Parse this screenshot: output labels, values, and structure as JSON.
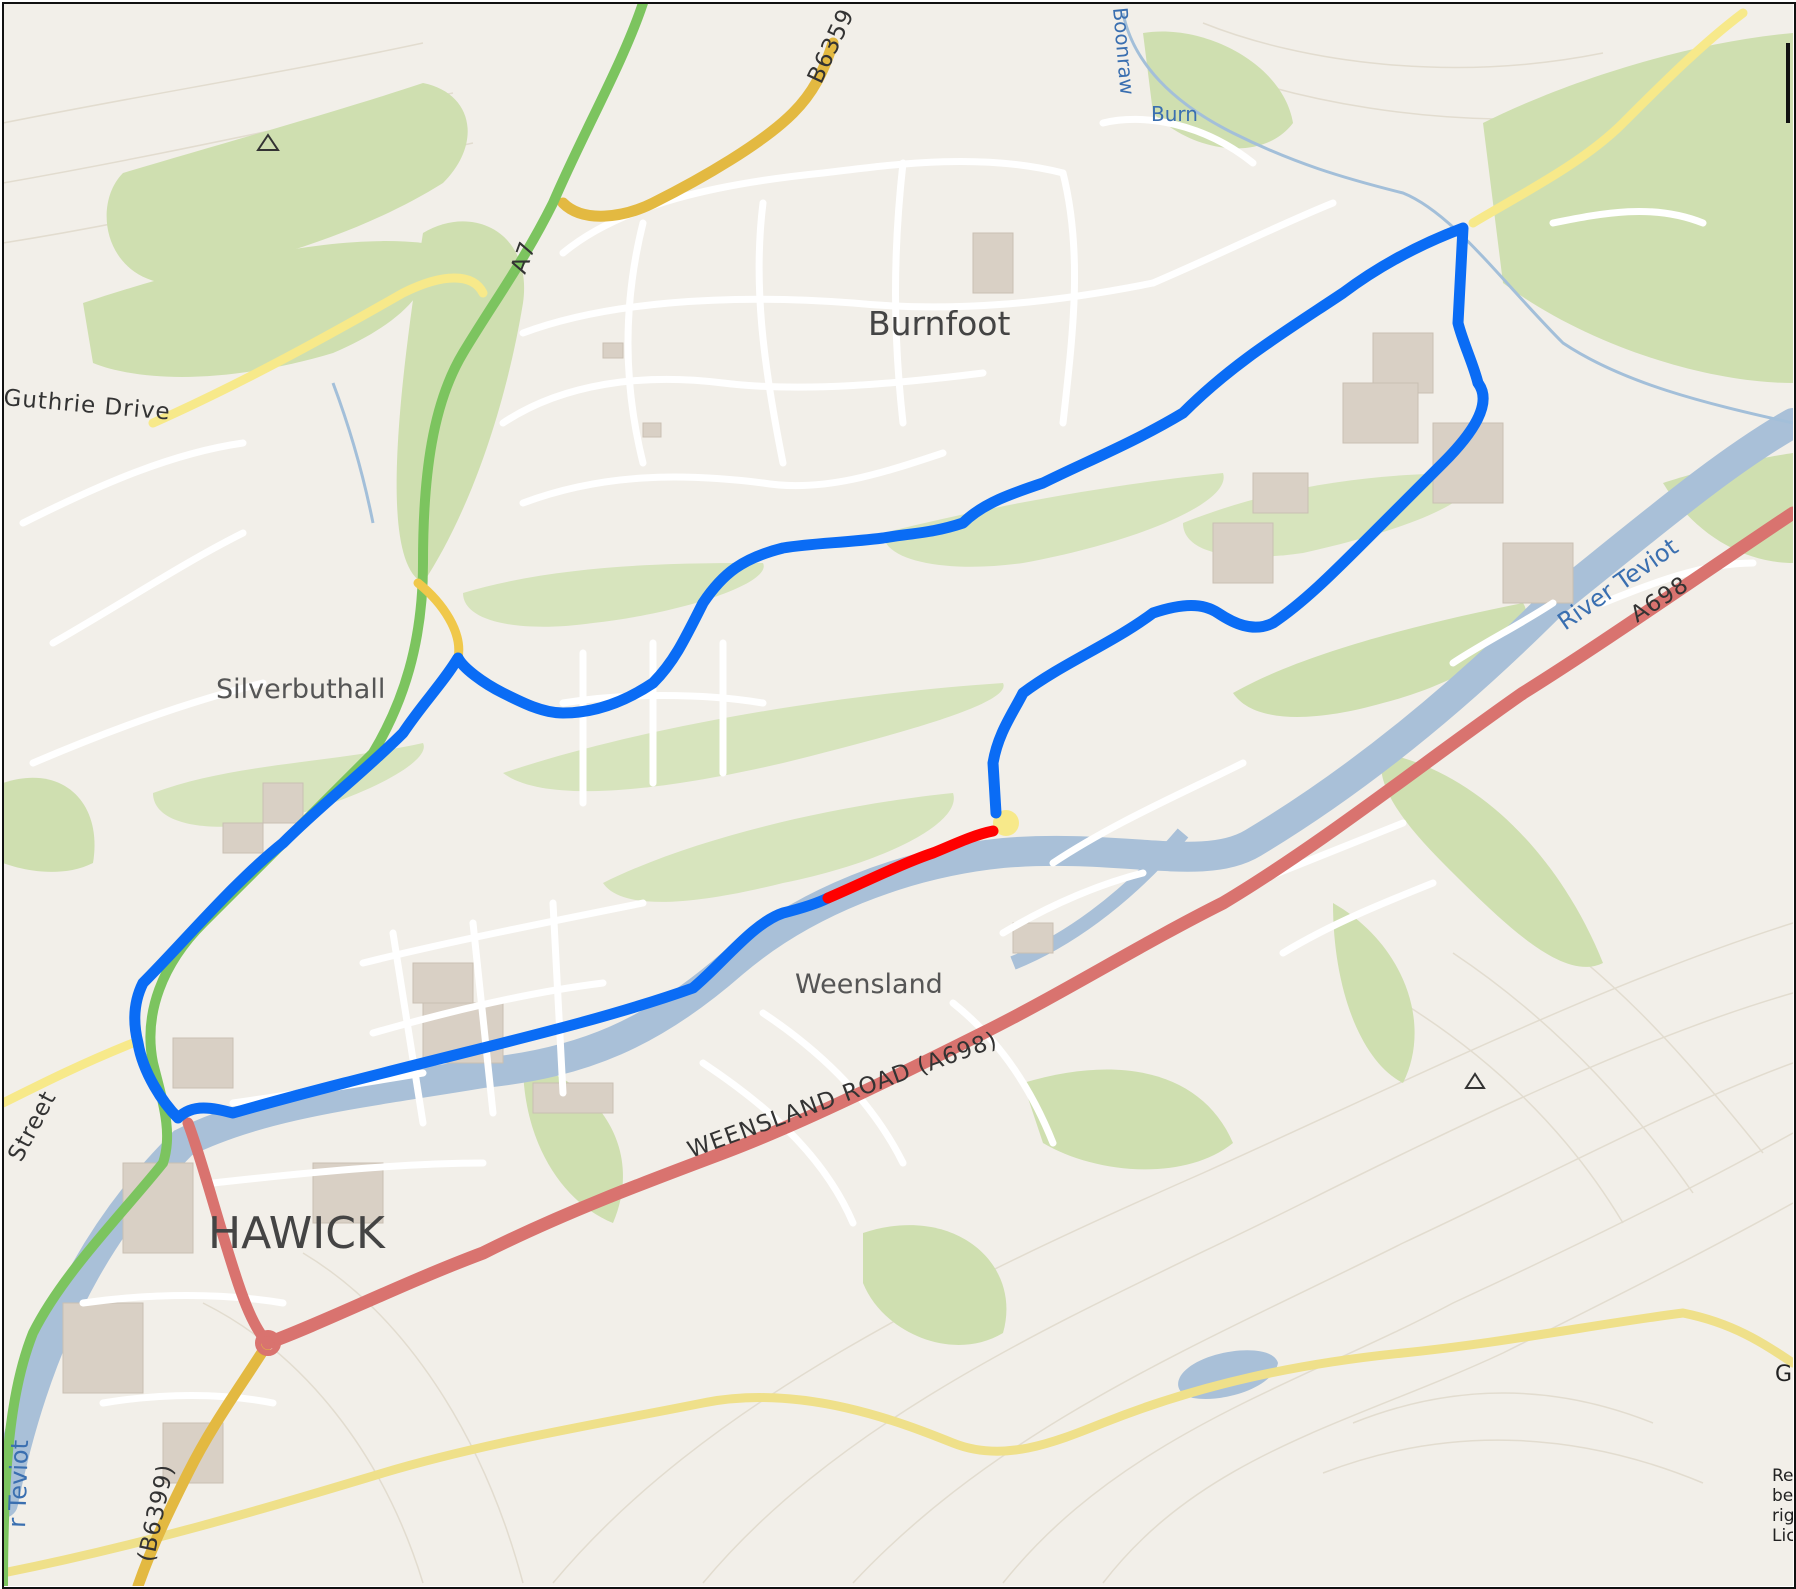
{
  "map": {
    "places": {
      "hawick": "HAWICK",
      "burnfoot": "Burnfoot",
      "silverbuthall": "Silverbuthall",
      "weensland": "Weensland"
    },
    "roads": {
      "a7": "A7",
      "b6359": "B6359",
      "a698": "A698",
      "weensland_road": "WEENSLAND ROAD (A698)",
      "b6399": "(B6399)",
      "guthrie_drive": "Guthrie Drive",
      "street": "Street"
    },
    "water": {
      "river_teviot": "River Teviot",
      "river_teviot_sw": "r Teviot",
      "boonraw_burn_1": "Boonraw",
      "boonraw_burn_2": "Burn"
    },
    "edge_text": {
      "g": "G",
      "attr1": "Re",
      "attr2": "be",
      "attr3": "rig",
      "attr4": "Lic"
    },
    "colors": {
      "route_blue": "#0a6cf5",
      "route_red": "#ff0000",
      "trunk_green": "#7cc45f",
      "primary_red": "#d9736f",
      "secondary_yellow": "#f0c84a",
      "tertiary_yellow": "#f7e98a",
      "river": "#a9c0d8",
      "woodland": "#cfdfb0",
      "building": "#d9d0c5",
      "background": "#f2efe9"
    }
  }
}
